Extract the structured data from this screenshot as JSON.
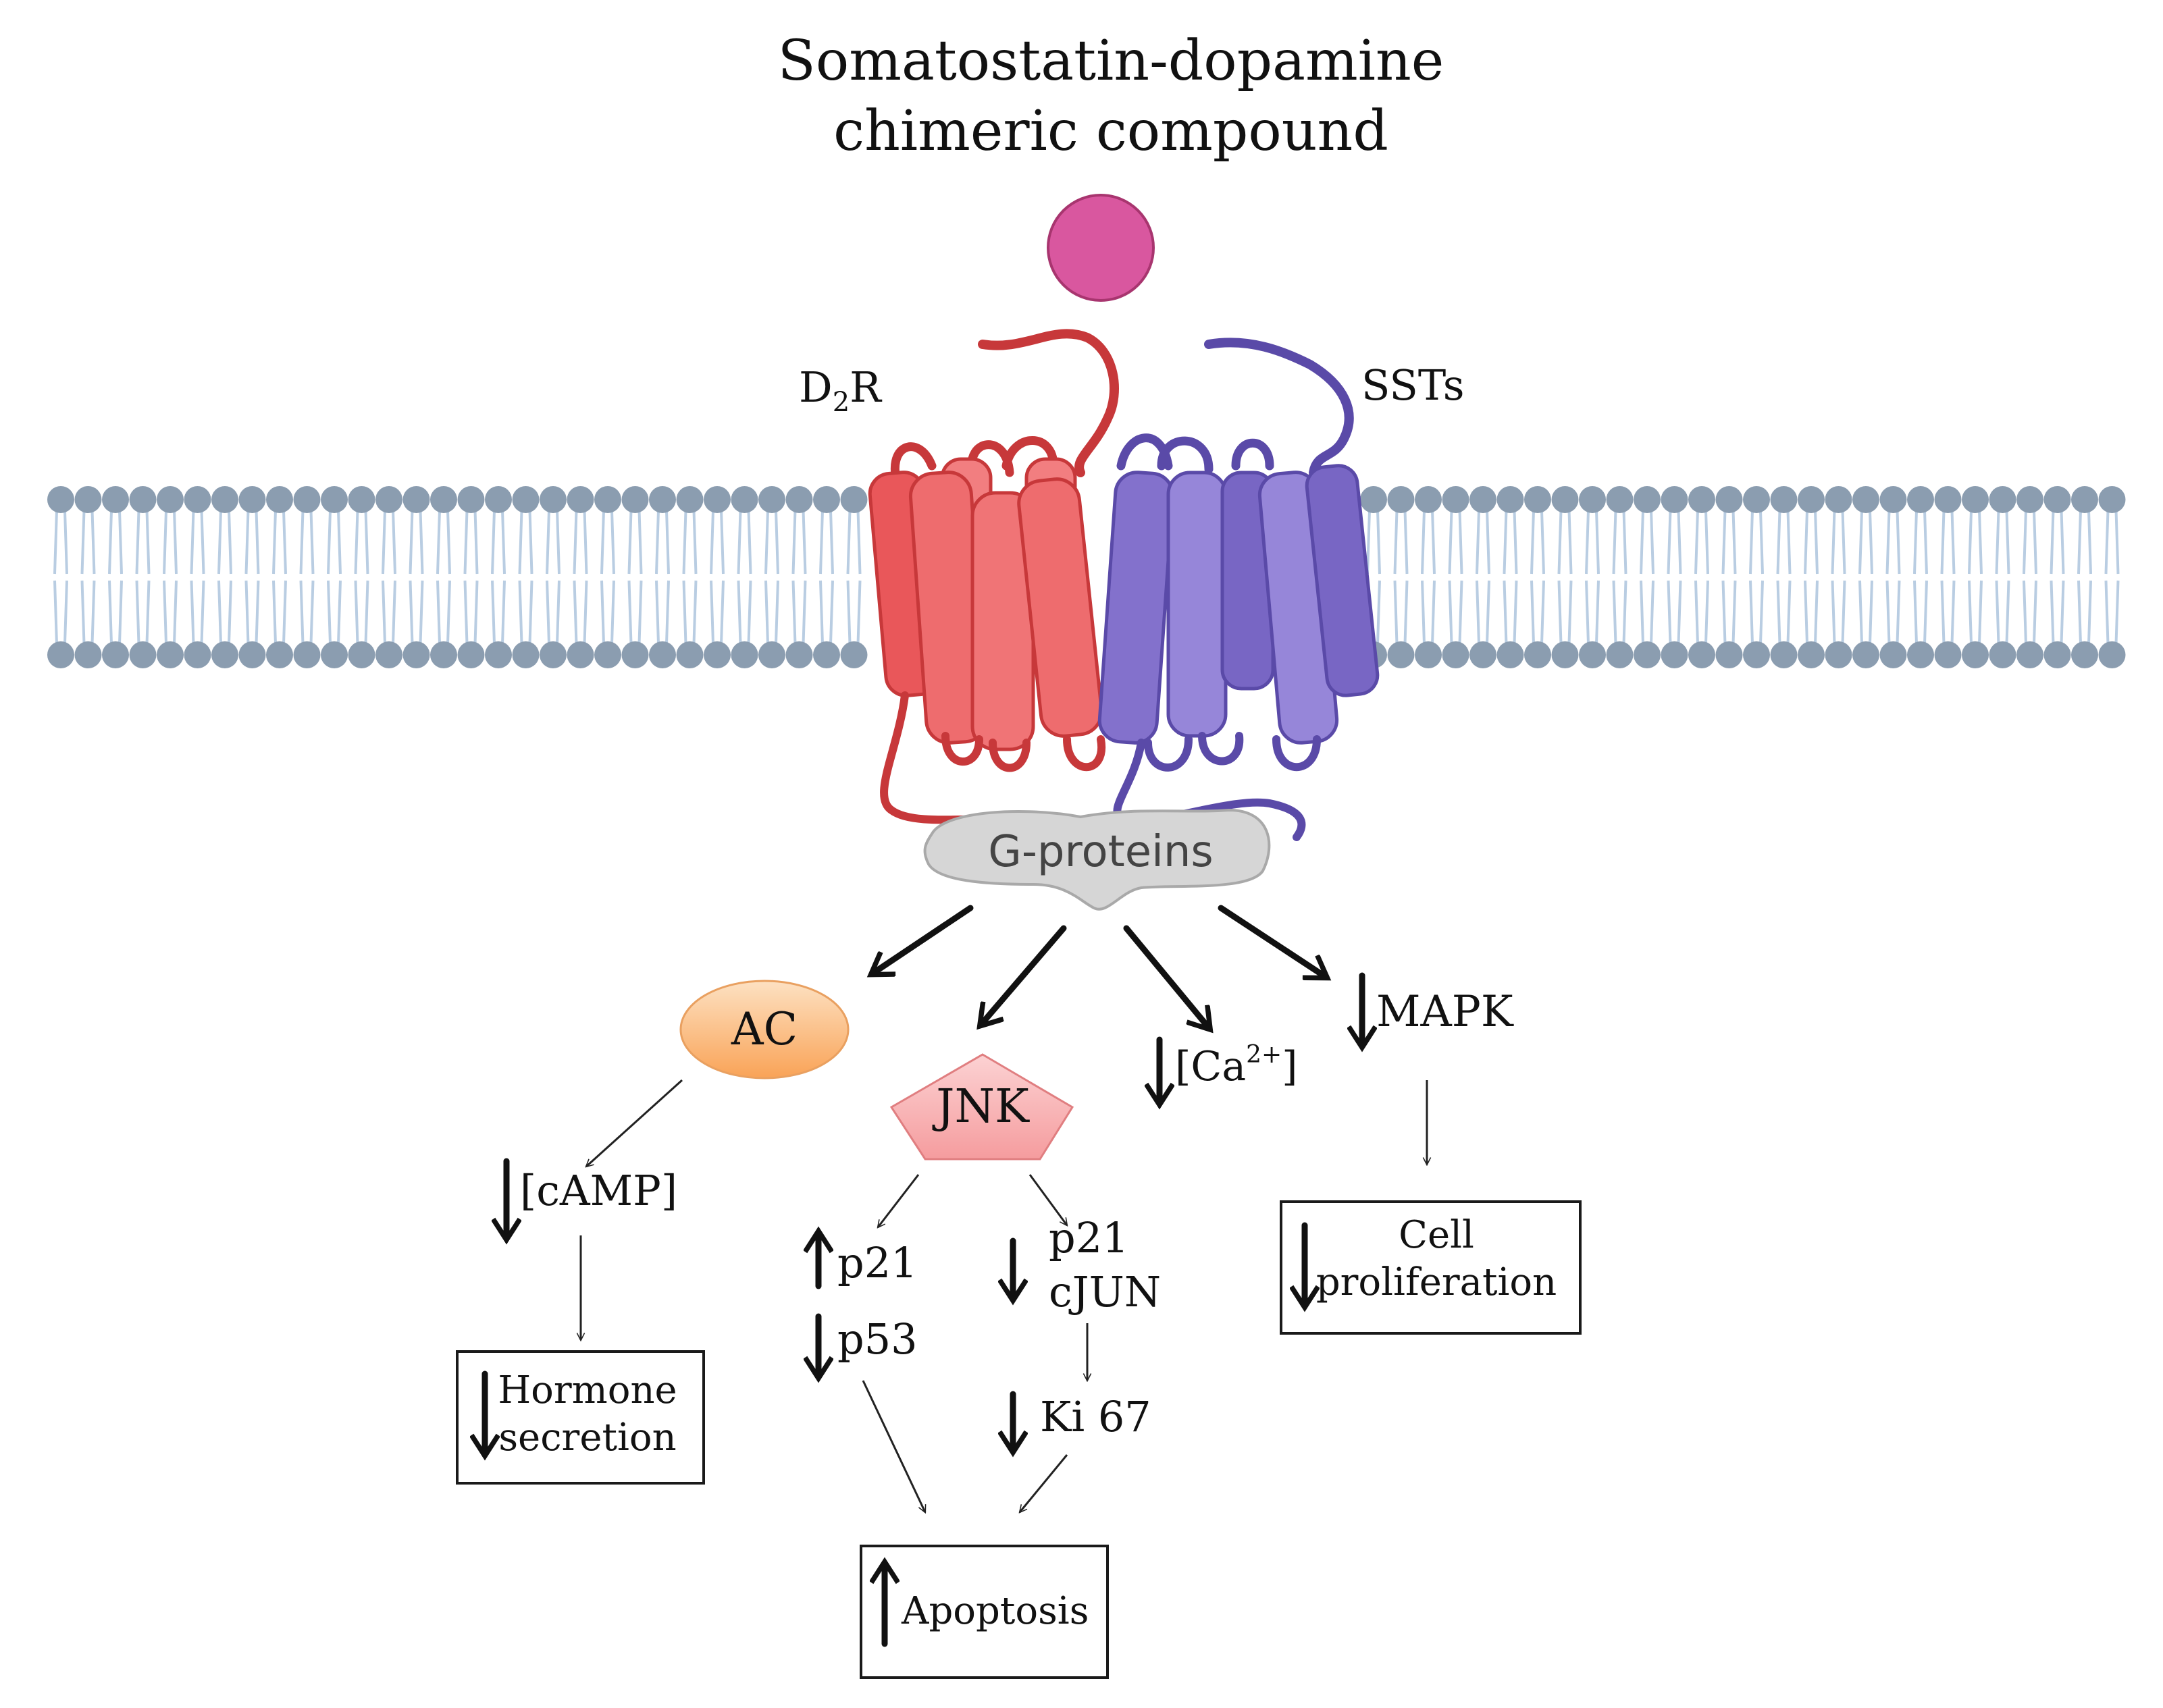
{
  "title": {
    "line1": "Somatostatin-dopamine",
    "line2": "chimeric compound"
  },
  "receptors": {
    "d2r": {
      "main": "D",
      "sub": "2",
      "tail": "R"
    },
    "ssts": "SSTs"
  },
  "gproteins": "G-proteins",
  "nodes": {
    "ac": "AC",
    "jnk": "JNK",
    "ca": {
      "main": "[Ca",
      "sup": "2+",
      "tail": "]"
    },
    "mapk": "MAPK",
    "camp": "[cAMP]",
    "p21_up": "p21",
    "p53": "p53",
    "p21_down": "p21",
    "cjun": "cJUN",
    "ki67": "Ki 67"
  },
  "outcomes": {
    "hormone": {
      "line1": "Hormone",
      "line2": "secretion"
    },
    "cell": {
      "line1": "Cell",
      "line2": "proliferation"
    },
    "apoptosis": "Apoptosis"
  },
  "colors": {
    "ligand": "#d9579f",
    "d2r_red": "#e9575a",
    "d2r_light": "#f27e80",
    "ssts_purple": "#7866c4",
    "ssts_light": "#9686d9",
    "membrane": "#8b9db0",
    "lipid_tail": "#b9cde2",
    "ac_fill": "#fbb571",
    "jnk_fill": "#f8b2b3",
    "gprotein_fill": "#d6d6d6"
  }
}
